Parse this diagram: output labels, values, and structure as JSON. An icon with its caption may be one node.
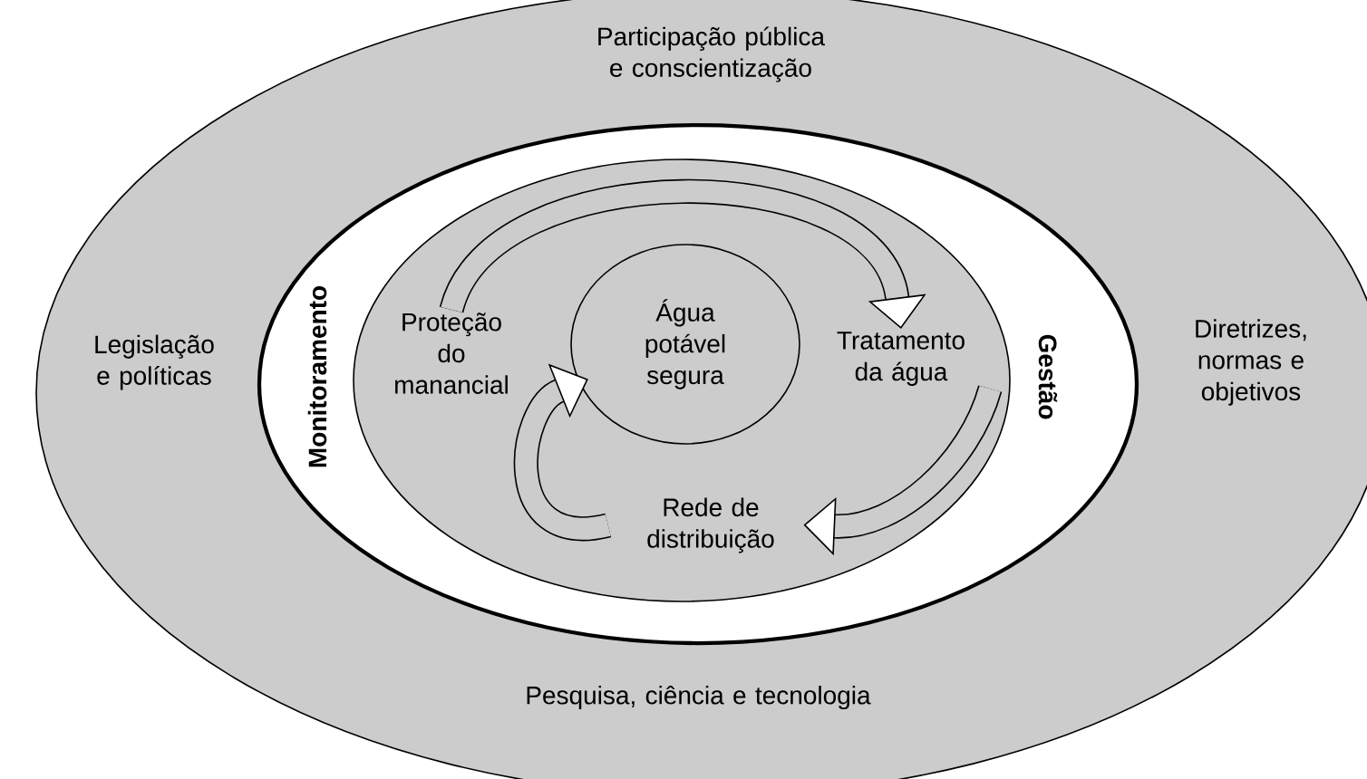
{
  "diagram": {
    "nodes": [
      {
        "text": [
          "Participação pública e conscientização",
          "Legislação e políticas",
          "Diretrizes, normas e objetivos",
          "Pesquisa, ciência e tecnologia"
        ]
      },
      {
        "text": [
          "Monitoramento",
          "Gestão"
        ],
        "in": 0
      },
      {
        "text": [],
        "shape": "ellipse",
        "in": 1
      },
      {
        "text": [
          "Proteção do manancial"
        ],
        "in": 2
      },
      {
        "text": [
          "Água potável segura"
        ],
        "in": 2
      },
      {
        "text": [
          "Tratamento da água"
        ],
        "in": 2
      },
      {
        "text": [
          "Rede de distribuição"
        ],
        "in": 2
      }
    ],
    "edges": [
      {
        "from": 3,
        "to": 5,
        "arrow": "to"
      },
      {
        "from": 5,
        "to": 6,
        "arrow": "to"
      },
      {
        "from": 6,
        "to": 4,
        "arrow": "to"
      }
    ]
  }
}
